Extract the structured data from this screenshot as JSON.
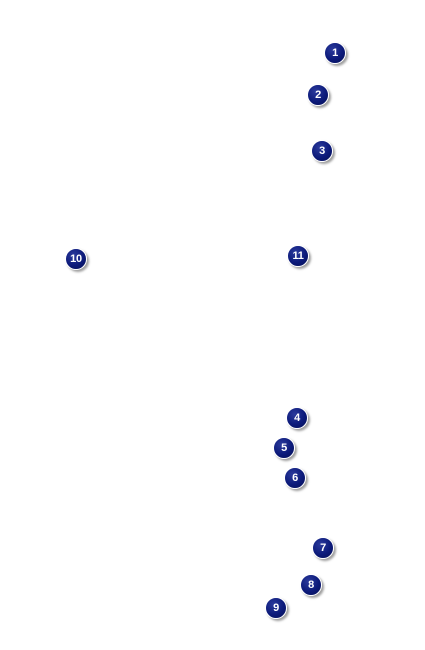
{
  "markers": [
    {
      "label": "1"
    },
    {
      "label": "2"
    },
    {
      "label": "3"
    },
    {
      "label": "4"
    },
    {
      "label": "5"
    },
    {
      "label": "6"
    },
    {
      "label": "7"
    },
    {
      "label": "8"
    },
    {
      "label": "9"
    },
    {
      "label": "10"
    },
    {
      "label": "11"
    }
  ],
  "colors": {
    "background": "#ffffff",
    "marker_fill": "#0c1a7a",
    "marker_text": "#ffffff"
  }
}
